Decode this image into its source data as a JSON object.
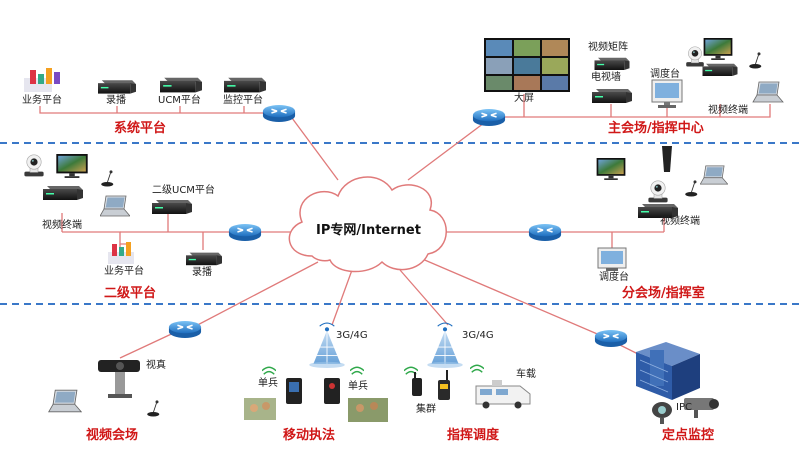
{
  "colors": {
    "link": "#e07a7a",
    "divider": "#3a78c8",
    "section_title": "#d01818",
    "router": "#2f86d6"
  },
  "icons": [
    "router-icon",
    "cloud-icon",
    "server-icon",
    "monitor-icon",
    "camera-icon",
    "laptop-icon",
    "microphone-icon",
    "video-wall-icon",
    "cell-tower-icon",
    "radio-icon",
    "phone-icon",
    "vehicle-icon",
    "building-icon",
    "ipc-camera-icon"
  ],
  "cloud": {
    "label": "IP专网/Internet"
  },
  "sections": {
    "system": {
      "title": "系统平台",
      "devices": {
        "business": "业务平台",
        "recorder": "录播",
        "ucm": "UCM平台",
        "monitor": "监控平台"
      }
    },
    "main_venue": {
      "title": "主会场/指挥中心",
      "devices": {
        "screen": "大屏",
        "matrix": "视频矩阵",
        "tvwall": "电视墙",
        "console": "调度台",
        "terminal": "视频终端"
      }
    },
    "level2": {
      "title": "二级平台",
      "devices": {
        "terminal": "视频终端",
        "ucm2": "二级UCM平台",
        "business": "业务平台",
        "recorder": "录播"
      }
    },
    "branch": {
      "title": "分会场/指挥室",
      "devices": {
        "terminal": "视频终端",
        "console": "调度台"
      }
    },
    "video_conf": {
      "title": "视频会场",
      "devices": {
        "vc": "视真"
      }
    },
    "mobile": {
      "title": "移动执法",
      "devices": {
        "net": "3G/4G",
        "soldier1": "单兵",
        "soldier2": "单兵"
      }
    },
    "dispatch": {
      "title": "指挥调度",
      "devices": {
        "net": "3G/4G",
        "cluster": "集群",
        "vehicle": "车载"
      }
    },
    "surveillance": {
      "title": "定点监控",
      "devices": {
        "ipc": "IPC"
      }
    }
  }
}
